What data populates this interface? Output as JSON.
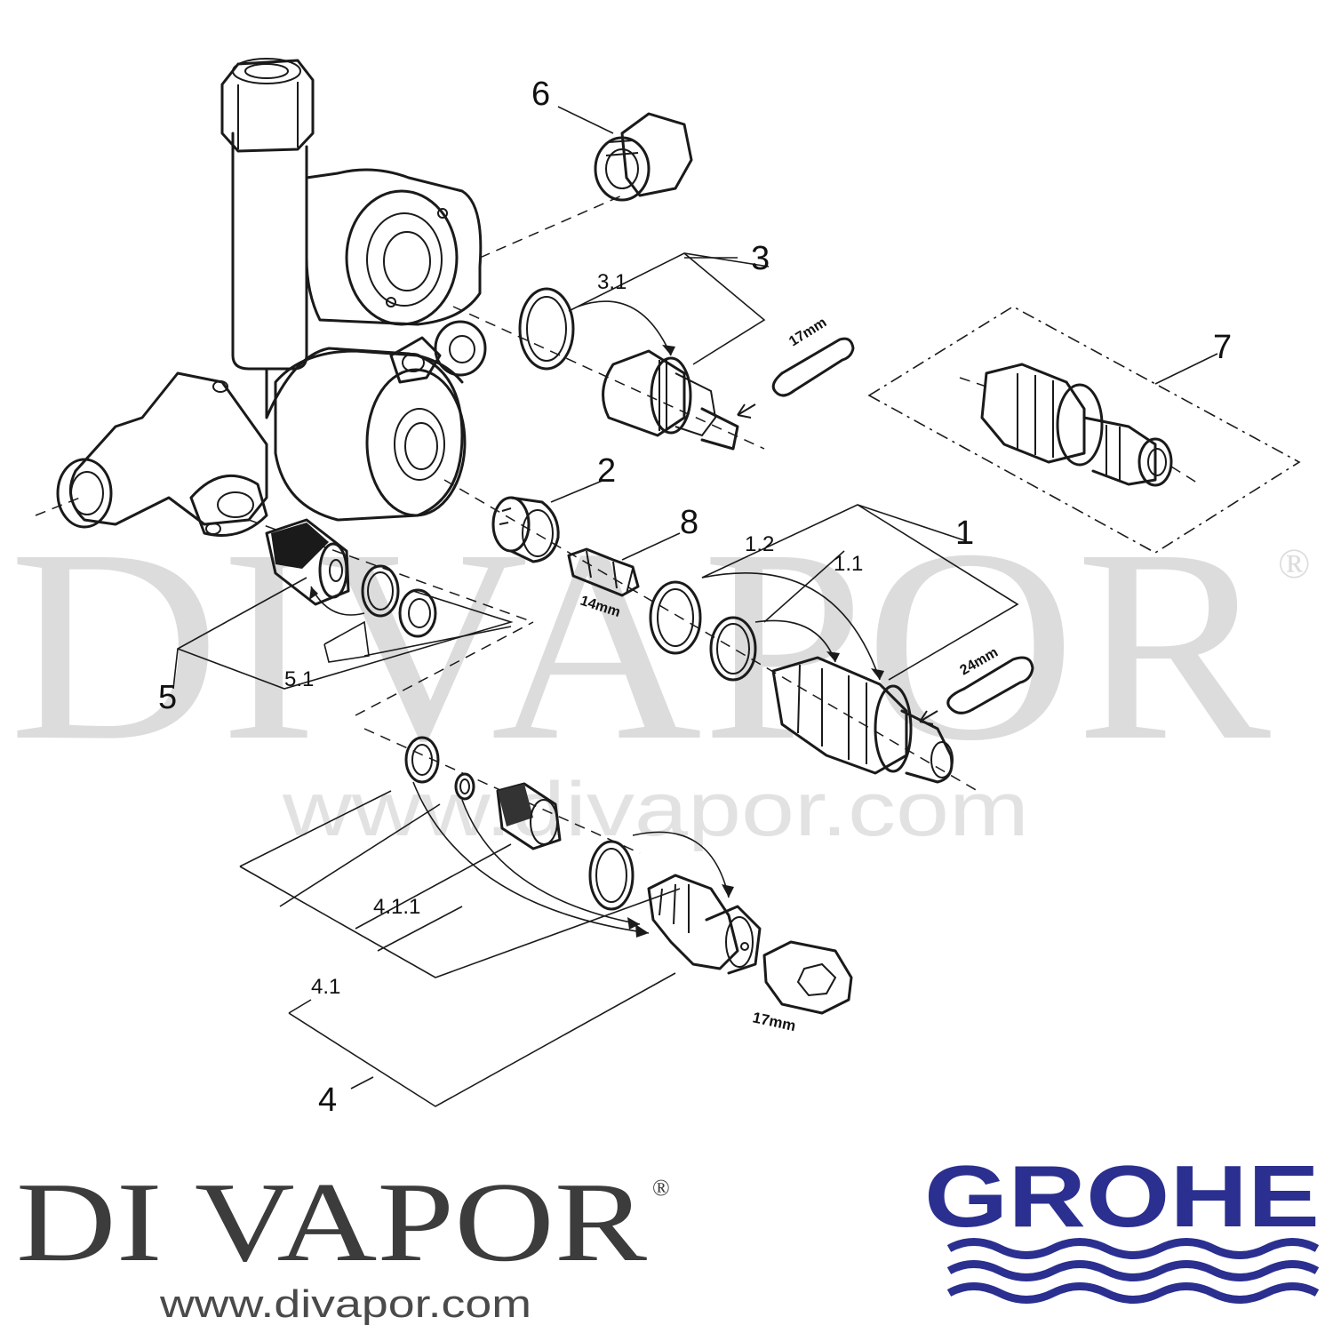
{
  "callouts": {
    "p1": "1",
    "p1_1": "1.1",
    "p1_2": "1.2",
    "p2": "2",
    "p3": "3",
    "p3_1": "3.1",
    "p4": "4",
    "p4_1": "4.1",
    "p4_1_1": "4.1.1",
    "p5": "5",
    "p5_1": "5.1",
    "p6": "6",
    "p7": "7",
    "p8": "8"
  },
  "dimensions": {
    "wrench_17mm_top": "17mm",
    "wrench_24mm": "24mm",
    "hex_14mm": "14mm",
    "hex_17mm_bottom": "17mm"
  },
  "watermark": {
    "text": "DIVAPOR",
    "registered": "®",
    "url": "www.divapor.com"
  },
  "footer": {
    "brand_name": "DI VAPOR",
    "registered": "®",
    "brand_url": "www.divapor.com",
    "logo_text": "GROHE"
  },
  "colors": {
    "line": "#1a1a1a",
    "watermark": "#dcdcdc",
    "brand_text": "#3c3c3c",
    "grohe_blue": "#2b2f8f"
  }
}
